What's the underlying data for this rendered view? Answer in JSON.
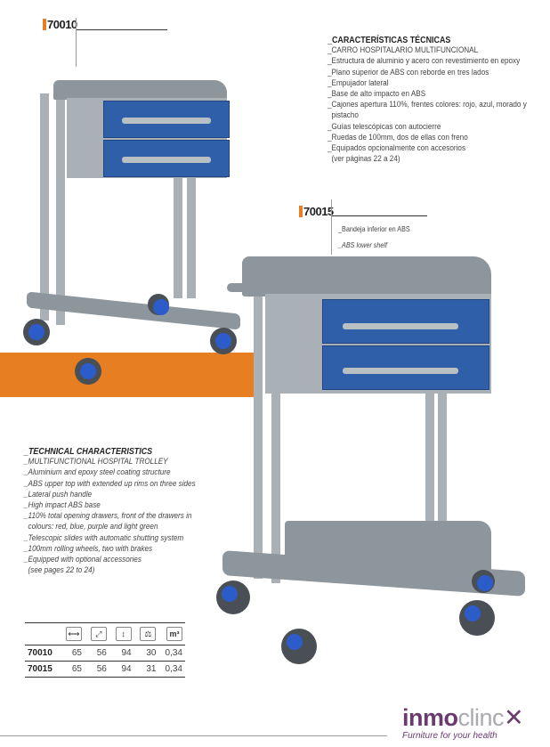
{
  "products": [
    {
      "code": "70010"
    },
    {
      "code": "70015",
      "notes": [
        "_Bandeja inferior en ABS",
        "_ABS lower shelf"
      ]
    }
  ],
  "spec_es": {
    "title": "_CARACTERÍSTICAS TÉCNICAS",
    "lines": [
      "_CARRO HOSPITALARIO MULTIFUNCIONAL",
      "_Estructura de aluminio y acero con revestimiento en epoxy",
      "_Plano superior de ABS con reborde en tres lados",
      "_Empujador lateral",
      "_Base de alto impacto en ABS",
      "_Cajones apertura 110%, frentes colores: rojo, azul, morado y",
      "  pistacho",
      "_Guías telescópicas con autocierre",
      "_Ruedas de 100mm, dos de ellas con freno",
      "_Equipados opcionalmente con accesorios",
      "  (ver páginas 22 a 24)"
    ]
  },
  "spec_en": {
    "title": "_TECHNICAL CHARACTERISTICS",
    "lines": [
      "_MULTIFUNCTIONAL HOSPITAL TROLLEY",
      "_Aluminium and epoxy steel coating structure",
      "_ABS upper top with extended up rims on three sides",
      "_Lateral push handle",
      "_High impact ABS base",
      "_110% total opening drawers, front of the drawers in",
      "  colours: red, blue, purple and light green",
      "_Telescopic slides with automatic shutting system",
      "_100mm rolling wheels, two with brakes",
      "_Equipped with optional accessories",
      "  (see pages 22 to 24)"
    ]
  },
  "table": {
    "icons": [
      "width-icon",
      "depth-icon",
      "height-icon",
      "weight-icon",
      "volume-icon"
    ],
    "icon_glyphs": [
      "⟷",
      "⤢",
      "↕",
      "⚖",
      "m³"
    ],
    "rows": [
      [
        "70010",
        "65",
        "56",
        "94",
        "30",
        "0,34"
      ],
      [
        "70015",
        "65",
        "56",
        "94",
        "31",
        "0,34"
      ]
    ]
  },
  "brand": {
    "name_bold": "inmo",
    "name_light": "clinc",
    "tagline": "Furniture for your health"
  },
  "colors": {
    "accent": "#e87e22",
    "drawer": "#2f5fa8",
    "brand": "#6b3b6e"
  }
}
